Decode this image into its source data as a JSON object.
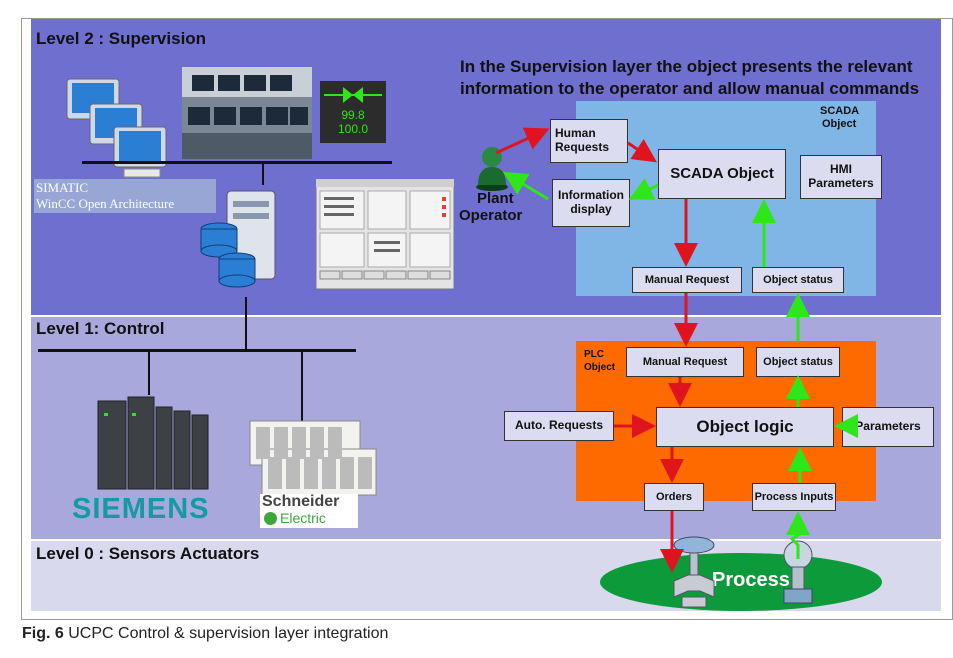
{
  "levels": {
    "level2": "Level 2 : Supervision",
    "level1": "Level 1: Control",
    "level0": "Level 0 : Sensors Actuators"
  },
  "headline": {
    "line1": "In the Supervision layer the object presents the relevant",
    "line2": "information to the operator and allow manual commands"
  },
  "scada": {
    "corner_label_1": "SCADA",
    "corner_label_2": "Object",
    "human_requests": "Human Requests",
    "information_display": "Information display",
    "scada_object": "SCADA Object",
    "hmi_parameters": "HMI Parameters",
    "manual_request": "Manual Request",
    "object_status": "Object status"
  },
  "operator": {
    "line1": "Plant",
    "line2": "Operator"
  },
  "winccc": {
    "line1": "SIMATIC",
    "line2": "WinCC Open Architecture"
  },
  "hmi_values": {
    "v1": "99.8",
    "v2": "100.0"
  },
  "plc": {
    "corner_label_1": "PLC",
    "corner_label_2": "Object",
    "manual_request": "Manual Request",
    "object_status": "Object status",
    "auto_requests": "Auto. Requests",
    "object_logic": "Object logic",
    "parameters": "Parameters",
    "orders": "Orders",
    "process_inputs": "Process Inputs"
  },
  "vendors": {
    "siemens": "SIEMENS",
    "schneider_1": "Schneider",
    "schneider_2": "Electric"
  },
  "process": "Process",
  "caption": {
    "prefix": "Fig. 6",
    "text": "UCPC Control & supervision layer integration"
  },
  "colors": {
    "level2_bg": "#6f6fcf",
    "level1_bg": "#a8a8dc",
    "level0_bg": "#d9d9ee",
    "scada_bg": "#7fb6e6",
    "plc_bg": "#ff6a00",
    "box_bg": "#dcdcf0",
    "process_bg": "#0d9a3a",
    "red_arrow": "#e0141e",
    "green_arrow": "#2ee61a",
    "siemens": "#159aa5"
  }
}
